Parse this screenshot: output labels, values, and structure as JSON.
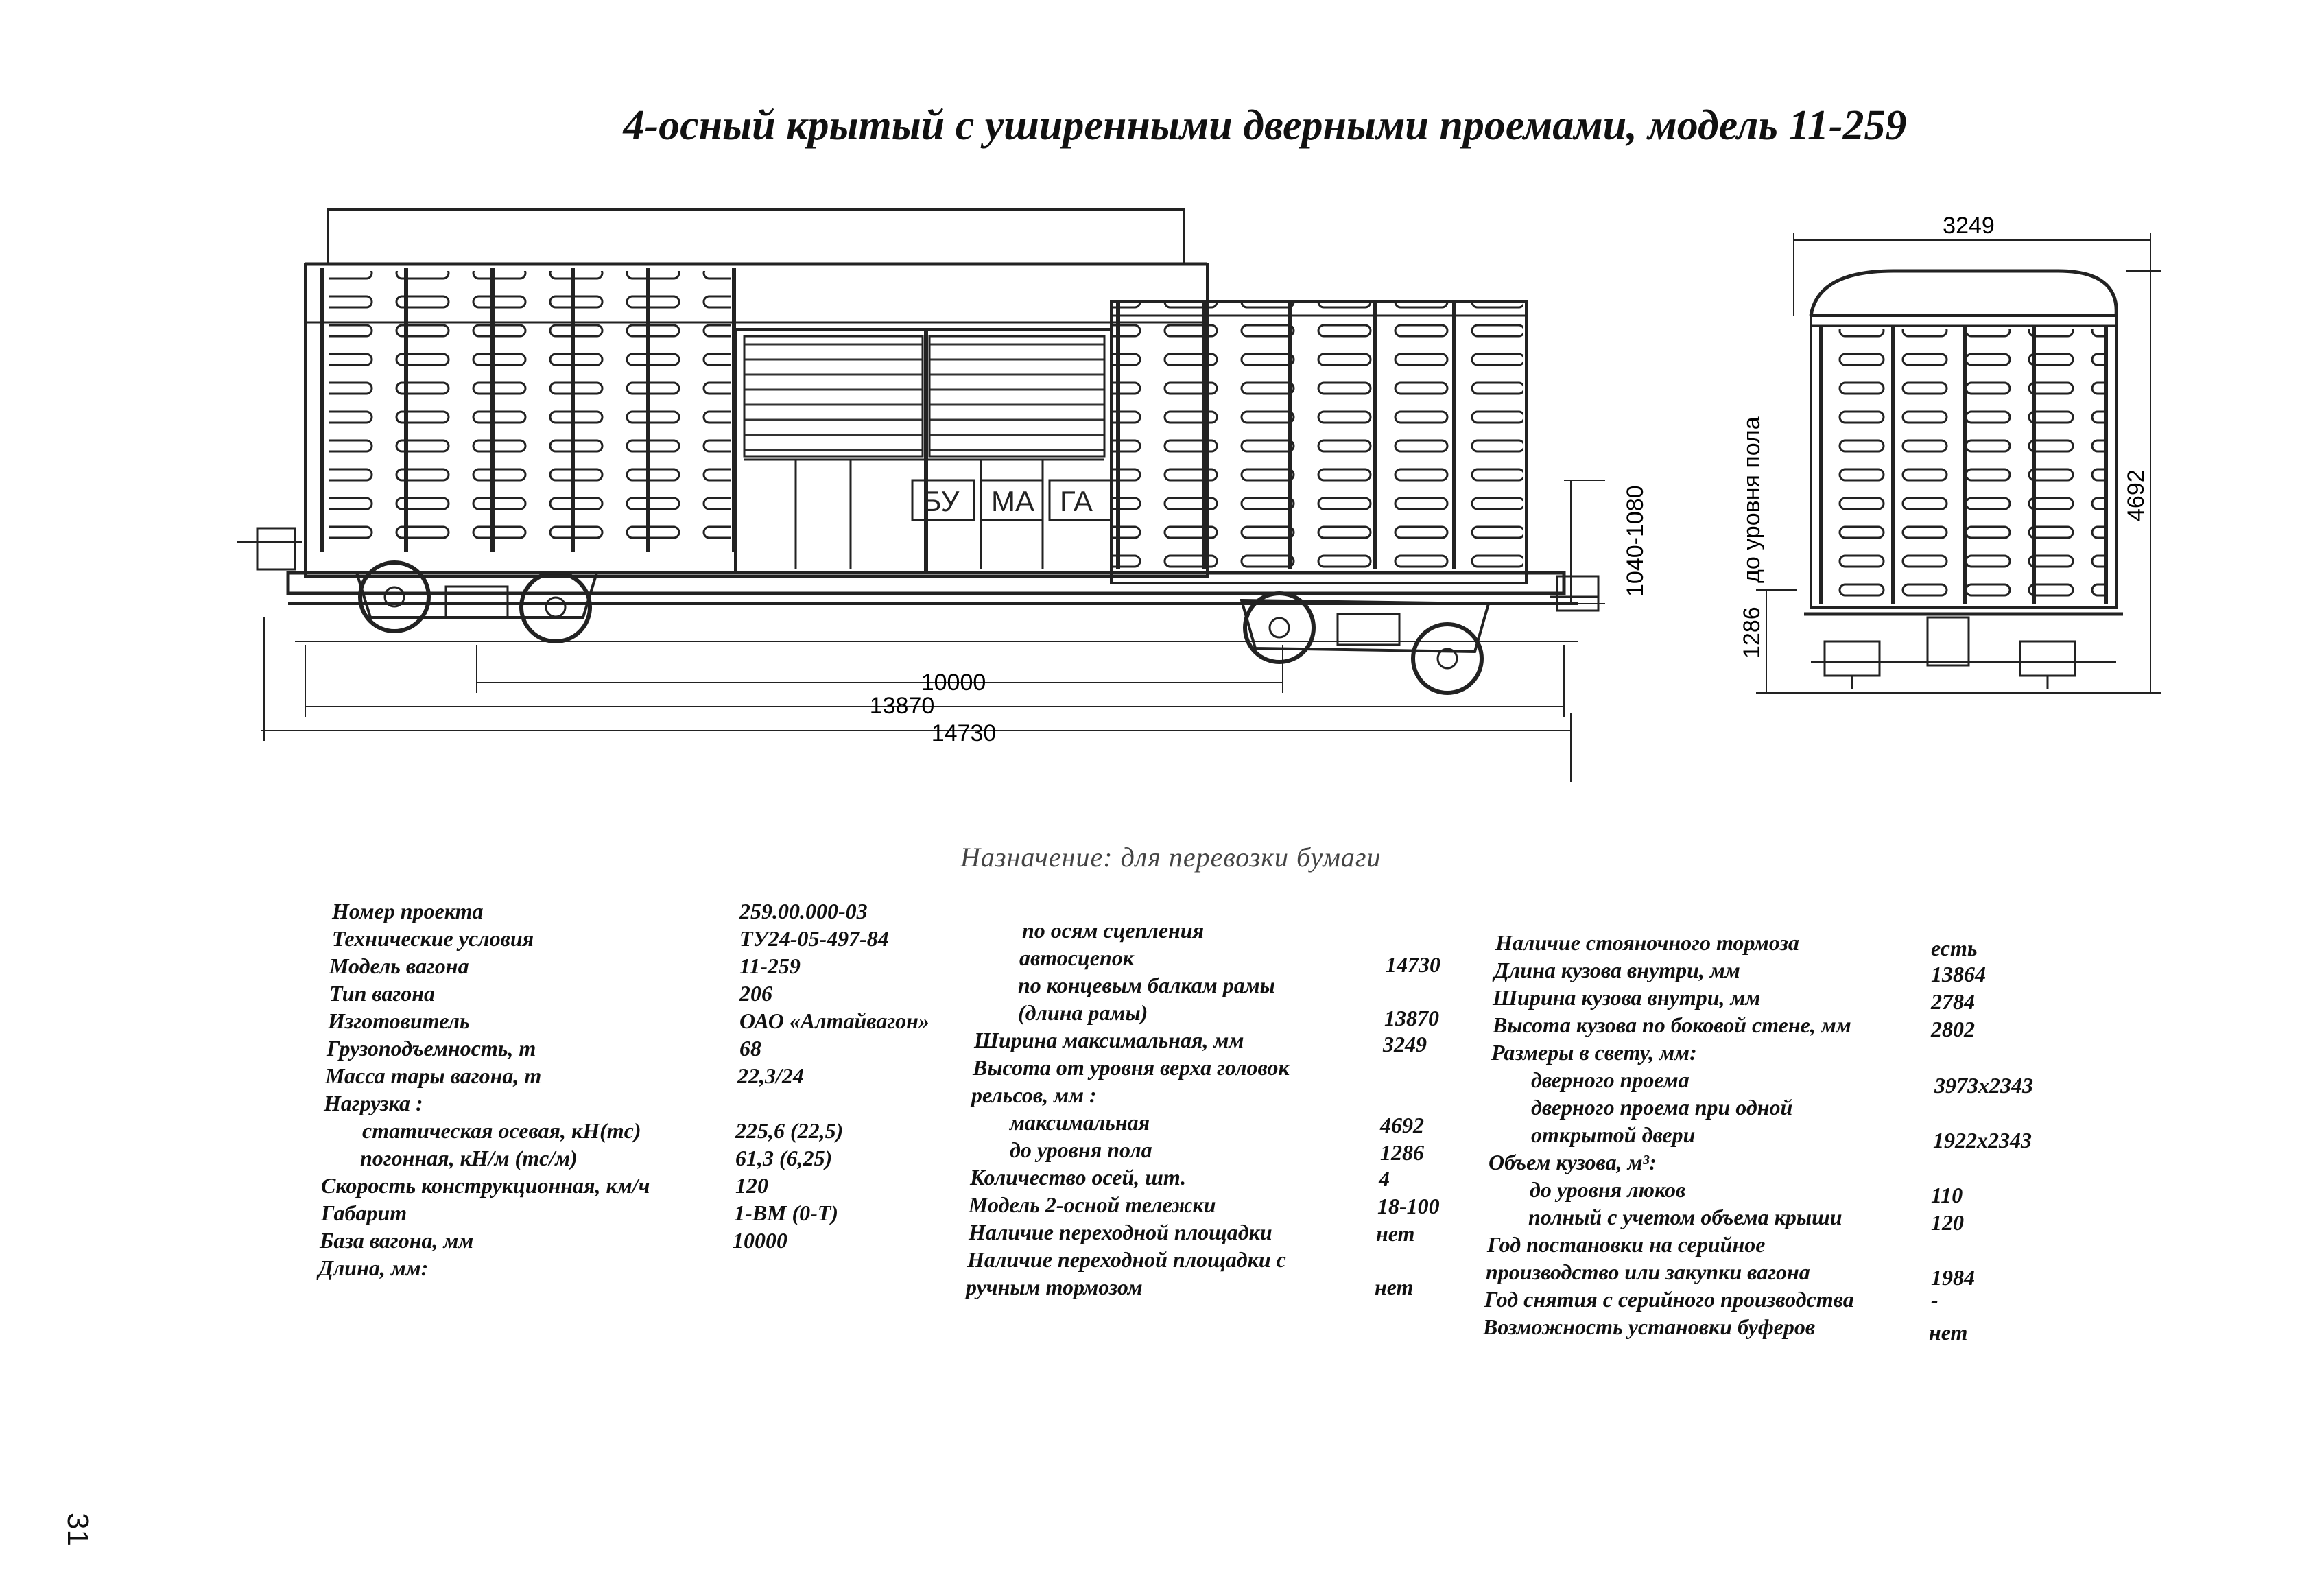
{
  "title": "4-осный крытый с уширенными дверными проемами, модель 11-259",
  "purpose": "Назначение: для перевозки бумаги",
  "page_number": "31",
  "side_view": {
    "body_lettering": [
      "БУ",
      "МА",
      "ГА"
    ],
    "dimensions": {
      "base": "10000",
      "frame_length": "13870",
      "coupler_length": "14730",
      "coupler_height": "1040-1080"
    }
  },
  "end_view": {
    "width": "3249",
    "height": "4692",
    "floor_height": "1286",
    "floor_label": "до уровня пола"
  },
  "specs": {
    "col1": [
      {
        "label": "Номер проекта",
        "value": "259.00.000-03"
      },
      {
        "label": "Технические условия",
        "value": "ТУ24-05-497-84"
      },
      {
        "label": "Модель вагона",
        "value": "11-259"
      },
      {
        "label": "Тип вагона",
        "value": "206"
      },
      {
        "label": "Изготовитель",
        "value": "ОАО «Алтайвагон»"
      },
      {
        "label": "Грузоподъемность, т",
        "value": "68"
      },
      {
        "label": "Масса тары вагона, т",
        "value": "22,3/24"
      },
      {
        "label": "Нагрузка :",
        "value": ""
      },
      {
        "label": "статическая осевая, кН(тс)",
        "value": "225,6 (22,5)"
      },
      {
        "label": "погонная, кН/м (тс/м)",
        "value": "61,3 (6,25)"
      },
      {
        "label": "Скорость конструкционная, км/ч",
        "value": "120"
      },
      {
        "label": "Габарит",
        "value": "1-ВМ (0-Т)"
      },
      {
        "label": "База вагона, мм",
        "value": "10000"
      },
      {
        "label": "Длина, мм:",
        "value": ""
      }
    ],
    "col2": [
      {
        "label": "по осям сцепления",
        "value": ""
      },
      {
        "label": "автосцепок",
        "value": "14730"
      },
      {
        "label": "по концевым балкам рамы",
        "value": ""
      },
      {
        "label": "(длина рамы)",
        "value": "13870"
      },
      {
        "label": "Ширина максимальная, мм",
        "value": "3249"
      },
      {
        "label": "Высота от уровня верха головок",
        "value": ""
      },
      {
        "label": "рельсов, мм :",
        "value": ""
      },
      {
        "label": "максимальная",
        "value": "4692"
      },
      {
        "label": "до уровня пола",
        "value": "1286"
      },
      {
        "label": "Количество осей, шт.",
        "value": "4"
      },
      {
        "label": "Модель 2-осной тележки",
        "value": "18-100"
      },
      {
        "label": "Наличие переходной площадки",
        "value": "нет"
      },
      {
        "label": "Наличие переходной площадки с",
        "value": ""
      },
      {
        "label": "ручным тормозом",
        "value": "нет"
      }
    ],
    "col3": [
      {
        "label": "Наличие стояночного тормоза",
        "value": "есть"
      },
      {
        "label": "Длина кузова внутри, мм",
        "value": "13864"
      },
      {
        "label": "Ширина кузова внутри, мм",
        "value": "2784"
      },
      {
        "label": "Высота кузова по боковой стене, мм",
        "value": "2802"
      },
      {
        "label": "Размеры в свету, мм:",
        "value": ""
      },
      {
        "label": "дверного проема",
        "value": "3973x2343"
      },
      {
        "label": "дверного проема при одной",
        "value": ""
      },
      {
        "label": "открытой двери",
        "value": "1922x2343"
      },
      {
        "label": "Объем кузова, м³:",
        "value": ""
      },
      {
        "label": "до уровня люков",
        "value": "110"
      },
      {
        "label": "полный с учетом объема крыши",
        "value": "120"
      },
      {
        "label": "Год постановки на серийное",
        "value": ""
      },
      {
        "label": "производство или закупки вагона",
        "value": "1984"
      },
      {
        "label": "Год снятия с серийного производства",
        "value": "-"
      },
      {
        "label": "Возможность установки буферов",
        "value": "нет"
      }
    ]
  }
}
